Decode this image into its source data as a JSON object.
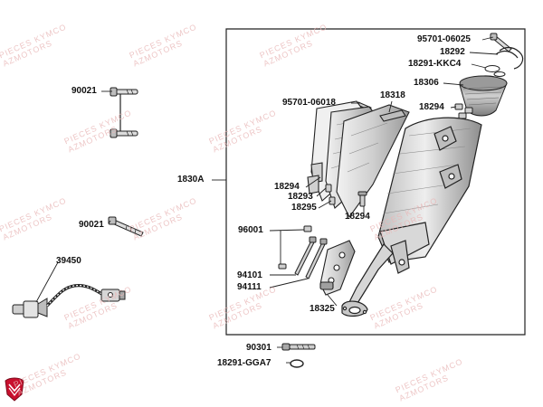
{
  "colors": {
    "ink": "#222222",
    "part_fill": "#e9e9e9",
    "part_shade": "#c4c4c4",
    "logo": "#c8102e",
    "watermark": "#e9b8b8"
  },
  "labels": {
    "p95701_06025": "95701-06025",
    "p18292": "18292",
    "p18291_kkc4": "18291-KKC4",
    "p18306": "18306",
    "p95701_06018": "95701-06018",
    "p18318": "18318",
    "p18294_top": "18294",
    "p90021_top": "90021",
    "p1830a": "1830A",
    "p18294_mid": "18294",
    "p18293": "18293",
    "p18295": "18295",
    "p18294_low": "18294",
    "p90021_low": "90021",
    "p96001": "96001",
    "p39450": "39450",
    "p94101": "94101",
    "p94111": "94111",
    "p18325": "18325",
    "p90301": "90301",
    "p18291_gga7": "18291-GGA7"
  },
  "watermark": {
    "line1": "PIECES KYMCO",
    "line2": "AZMOTORS"
  },
  "logo": {
    "name": "kymco-shield-logo"
  }
}
